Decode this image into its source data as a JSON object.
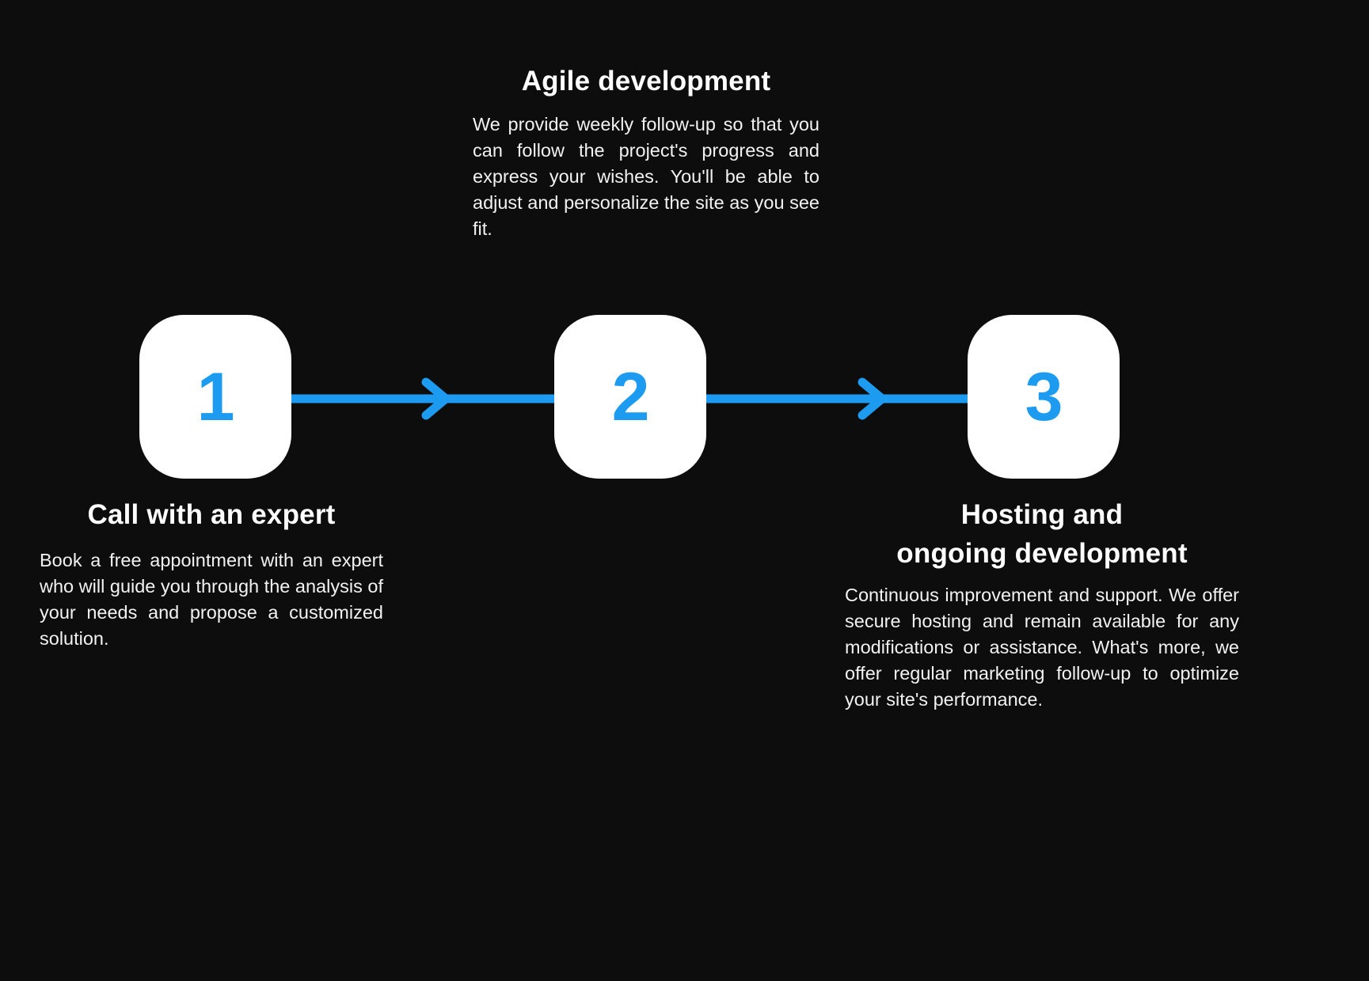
{
  "theme": {
    "background_color": "#0d0d0d",
    "card_color": "#ffffff",
    "accent_color": "#1d9bf0",
    "text_color": "#ffffff",
    "body_text_color": "#f2f2f2"
  },
  "steps": [
    {
      "number": "1",
      "icon": "step-badge-icon"
    },
    {
      "number": "2",
      "icon": "step-badge-icon"
    },
    {
      "number": "3",
      "icon": "step-badge-icon"
    }
  ],
  "connectors": [
    {
      "name": "arrow-right-icon"
    },
    {
      "name": "arrow-right-icon"
    }
  ],
  "blocks": {
    "agile": {
      "heading": "Agile development",
      "body": "We provide weekly follow-up so that you can follow the project's progress and express your wishes. You'll be able to adjust and personalize the site as you see fit."
    },
    "call": {
      "heading": "Call with an expert",
      "body": "Book a free appointment with an expert who will guide you through the analysis of your needs and propose a customized solution."
    },
    "hosting": {
      "heading_line_1": "Hosting and",
      "heading_line_2": "ongoing development",
      "body": "Continuous improvement and support. We offer secure hosting and remain available for any modifications or assistance.  What's more, we offer regular marketing follow-up to optimize your site's performance."
    }
  }
}
